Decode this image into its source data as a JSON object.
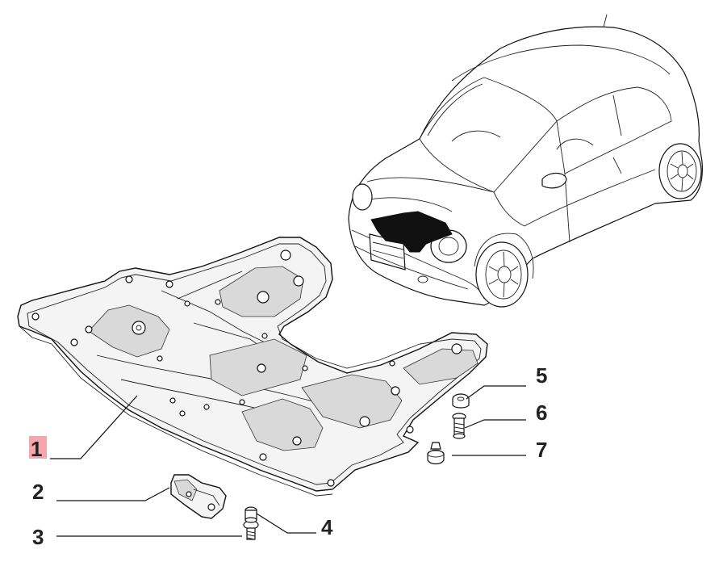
{
  "callouts": [
    {
      "id": "1",
      "label": "1",
      "highlight": true
    },
    {
      "id": "2",
      "label": "2"
    },
    {
      "id": "3",
      "label": "3"
    },
    {
      "id": "4",
      "label": "4"
    },
    {
      "id": "5",
      "label": "5"
    },
    {
      "id": "6",
      "label": "6"
    },
    {
      "id": "7",
      "label": "7"
    }
  ],
  "colors": {
    "highlight": "#f4a6ad",
    "line": "#111111",
    "shade": "#d9d9d9"
  }
}
